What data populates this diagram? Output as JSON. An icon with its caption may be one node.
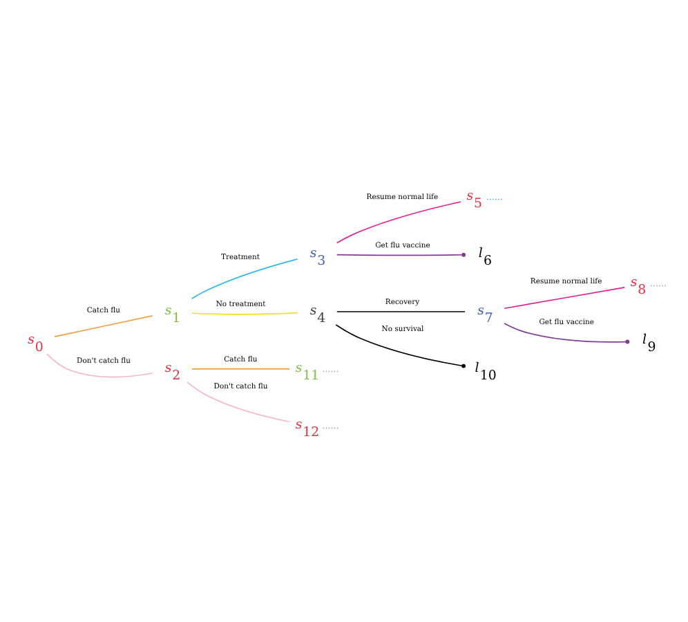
{
  "diagram": {
    "nodes": [
      {
        "text": [
          "s$_{0}$"
        ]
      },
      {
        "text": [
          "s$_{1}$"
        ]
      },
      {
        "text": [
          "s$_{2}$"
        ]
      },
      {
        "text": [
          "s$_{3}$"
        ]
      },
      {
        "text": [
          "s$_{4}$"
        ]
      },
      {
        "text": [
          "s$_{5}$"
        ],
        "beside": [
          "......"
        ]
      },
      {
        "text": [
          "l$_{6}$"
        ]
      },
      {
        "text": [
          "s$_{7}$"
        ]
      },
      {
        "text": [
          "s$_{8}$"
        ],
        "beside": [
          "......"
        ]
      },
      {
        "text": [
          "l$_{9}$"
        ]
      },
      {
        "text": [
          "l$_{10}$"
        ]
      },
      {
        "text": [
          "s$_{11}$"
        ],
        "beside": [
          "......"
        ]
      },
      {
        "text": [
          "s$_{12}$"
        ],
        "beside": [
          "......"
        ]
      }
    ],
    "edges": [
      {
        "from": 0,
        "to": 1,
        "arrow": "none",
        "label": "Catch flu",
        "color": "#f0a040"
      },
      {
        "from": 0,
        "to": 2,
        "arrow": "none",
        "label": "Don't catch flu",
        "color": "#f4b8c4"
      },
      {
        "from": 1,
        "to": 3,
        "arrow": "none",
        "label": "Treatment",
        "color": "#30b8e8"
      },
      {
        "from": 1,
        "to": 4,
        "arrow": "none",
        "label": "No treatment",
        "color": "#f0e020"
      },
      {
        "from": 3,
        "to": 5,
        "arrow": "none",
        "label": "Resume normal life",
        "color": "#e0208c"
      },
      {
        "from": 3,
        "to": 6,
        "arrow": "other",
        "label": "Get flu vaccine",
        "color": "#803c90"
      },
      {
        "from": 4,
        "to": 7,
        "arrow": "none",
        "label": "Recovery",
        "color": "#000000"
      },
      {
        "from": 4,
        "to": 10,
        "arrow": "other",
        "label": "No survival",
        "color": "#000000"
      },
      {
        "from": 7,
        "to": 8,
        "arrow": "none",
        "label": "Resume normal life",
        "color": "#e0208c"
      },
      {
        "from": 7,
        "to": 9,
        "arrow": "other",
        "label": "Get flu vaccine",
        "color": "#803c90"
      },
      {
        "from": 2,
        "to": 11,
        "arrow": "none",
        "label": "Catch flu",
        "color": "#f0a040"
      },
      {
        "from": 2,
        "to": 12,
        "arrow": "none",
        "label": "Don't catch flu",
        "color": "#f4b8c4"
      }
    ]
  }
}
